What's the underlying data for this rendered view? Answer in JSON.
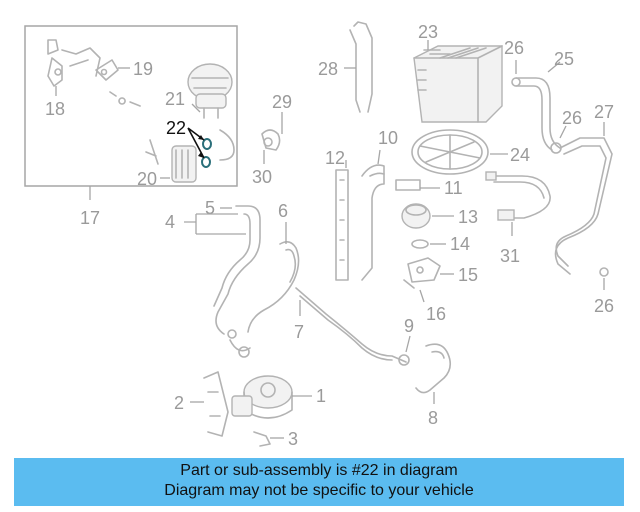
{
  "callouts": {
    "c1": "1",
    "c2": "2",
    "c3": "3",
    "c4": "4",
    "c5": "5",
    "c6": "6",
    "c7": "7",
    "c8": "8",
    "c9": "9",
    "c10": "10",
    "c11": "11",
    "c12": "12",
    "c13": "13",
    "c14": "14",
    "c15": "15",
    "c16": "16",
    "c17": "17",
    "c18": "18",
    "c19": "19",
    "c20": "20",
    "c21": "21",
    "c22": "22",
    "c23": "23",
    "c24": "24",
    "c25": "25",
    "c26a": "26",
    "c26b": "26",
    "c26c": "26",
    "c27": "27",
    "c28": "28",
    "c29": "29",
    "c30": "30",
    "c31": "31"
  },
  "highlighted_part": "22",
  "banner": {
    "line1": "Part or sub-assembly is #22 in diagram",
    "line2": "Diagram may not be specific to your vehicle"
  },
  "colors": {
    "banner_bg": "#5bbcf0",
    "line_art": "#b3b3b3",
    "highlight": "#111111"
  }
}
